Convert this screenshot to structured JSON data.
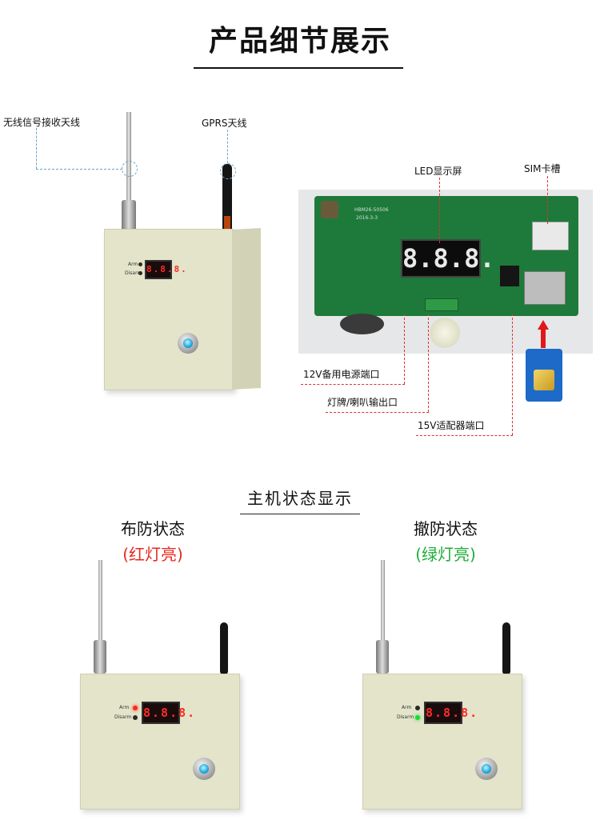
{
  "header": {
    "title": "产品细节展示"
  },
  "callouts": {
    "wireless_antenna": "无线信号接收天线",
    "gprs_antenna": "GPRS天线",
    "led_display": "LED显示屏",
    "sim_slot": "SIM卡槽",
    "backup_power": "12V备用电源端口",
    "light_horn": "灯牌/喇叭输出口",
    "adapter": "15V适配器端口"
  },
  "panel": {
    "arm_label": "Arm",
    "disarm_label": "Disarm",
    "display_text": "8.8.8."
  },
  "pcb": {
    "model_text": "HBM26-50506",
    "date_text": "2016-3-3"
  },
  "status_section": {
    "title": "主机状态显示",
    "armed": {
      "title": "布防状态",
      "note": "(红灯亮)",
      "note_color": "#e8281e"
    },
    "disarmed": {
      "title": "撤防状态",
      "note": "(绿灯亮)",
      "note_color": "#1fae3a"
    }
  }
}
